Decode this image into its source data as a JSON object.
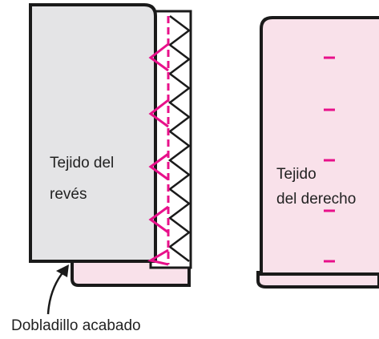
{
  "labels": {
    "wrong_side_line1": "Tejido del",
    "wrong_side_line2": "revés",
    "right_side_line1": "Tejido",
    "right_side_line2": "del derecho",
    "finished_hem": "Dobladillo acabado"
  },
  "colors": {
    "fabric_wrong_side": "#e4e4e6",
    "fabric_right_side": "#f9e1ea",
    "stitch_pink": "#e8108a",
    "outline": "#1a1a1a"
  }
}
